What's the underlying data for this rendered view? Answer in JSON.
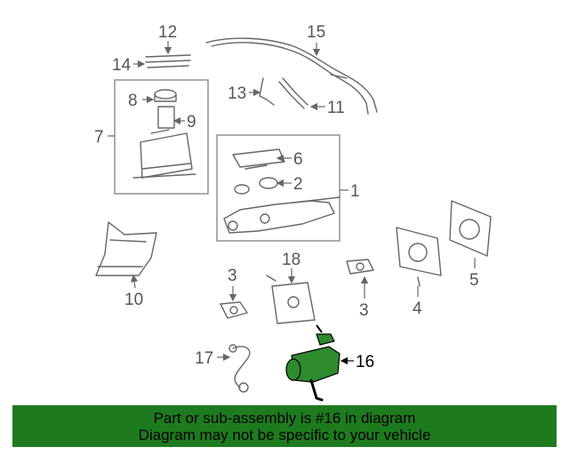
{
  "diagram": {
    "callouts": [
      "1",
      "2",
      "3",
      "3",
      "4",
      "5",
      "6",
      "7",
      "8",
      "9",
      "10",
      "11",
      "12",
      "13",
      "14",
      "15",
      "16",
      "17",
      "18"
    ],
    "highlighted_part": "16",
    "highlight_color": "#2e8b2e"
  },
  "banner": {
    "line1": "Part or sub-assembly is #16 in diagram",
    "line2": "Diagram may not be specific to your vehicle",
    "background": "#1e7a1e"
  }
}
